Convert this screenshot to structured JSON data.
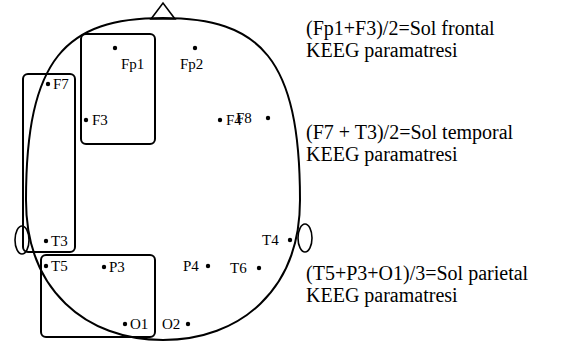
{
  "diagram": {
    "nodes": [
      {
        "text": [
          "Fp2",
          "F8",
          "F4",
          "T4",
          "P4",
          "T6",
          "O2"
        ]
      },
      {
        "text": [
          "Fp1",
          "F3"
        ],
        "in": 0
      },
      {
        "text": [
          "F7",
          "T3"
        ],
        "in": 0
      },
      {
        "text": [
          "T5",
          "P3",
          "O1"
        ],
        "in": 0
      }
    ],
    "labels": [
      "(Fp1+F3)/2=Sol frontal KEEG paramatresi",
      "(F7 + T3)/2=Sol temporal KEEG paramatresi",
      "(T5+P3+O1)/3=Sol parietal KEEG paramatresi"
    ]
  }
}
